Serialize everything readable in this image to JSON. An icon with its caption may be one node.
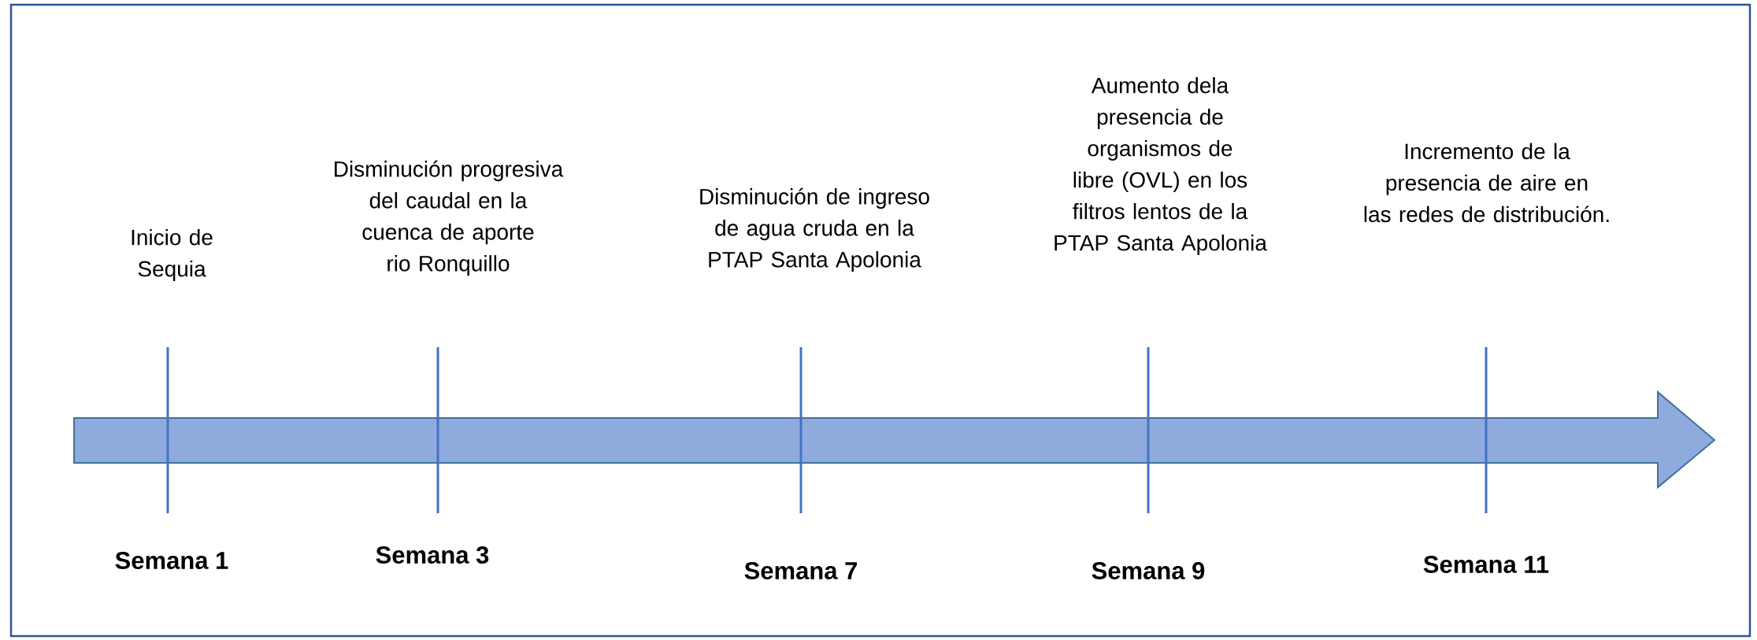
{
  "diagram": {
    "labels": [
      "Inicio de Sequia",
      "Disminución progresiva del caudal en la cuenca de aporte rio Ronquillo",
      "Disminución de ingreso de agua cruda en la PTAP Santa Apolonia",
      "Aumento dela presencia de organismos de libre  (OVL) en los filtros lentos de la PTAP Santa Apolonia",
      "Incremento de la presencia de aire en las redes de distribución.",
      "Semana 1",
      "Semana 3",
      "Semana 7",
      "Semana 9",
      "Semana 11"
    ]
  }
}
